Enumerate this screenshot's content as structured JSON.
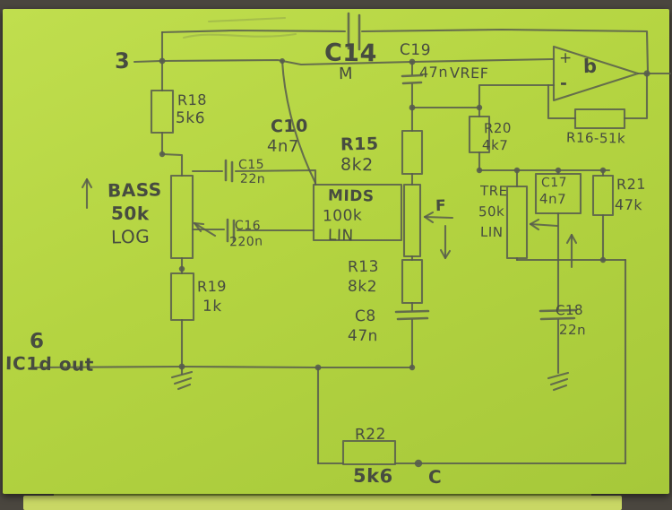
{
  "photo": {
    "paper_color": "#b4d441",
    "ink_color": "#575c4e",
    "desk_color": "#4a463f",
    "under_sheet_color": "#c9d765",
    "description": "hand-drawn tone control schematic in pencil on green paper"
  },
  "labels": {
    "pin3": "3",
    "pin6": "6",
    "ic_out": "IC1d out",
    "node_c": "C",
    "node_f": "F",
    "vref": "VREF",
    "c14_ref": "C14",
    "c14_note": "M",
    "c19_ref": "C19",
    "c19_val": "47n",
    "opamp_plus": "+",
    "opamp_minus": "-",
    "opamp_name": "b",
    "r16": "R16-51k",
    "r18_ref": "R18",
    "r18_val": "5k6",
    "c15_ref": "C15",
    "c15_val": "22n",
    "c10_ref": "C10",
    "c10_val": "4n7",
    "r15_ref": "R15",
    "r15_val": "8k2",
    "r20_ref": "R20",
    "r20_val": "4k7",
    "bass_name": "BASS",
    "bass_val": "50k",
    "bass_taper": "LOG",
    "c16_ref": "C16",
    "c16_val": "220n",
    "mids_name": "MIDS",
    "mids_val": "100k",
    "mids_taper": "LIN",
    "tre_name": "TRE",
    "tre_val": "50k",
    "tre_taper": "LIN",
    "c17_ref": "C17",
    "c17_val": "4n7",
    "r21_ref": "R21",
    "r21_val": "47k",
    "r19_ref": "R19",
    "r19_val": "1k",
    "r13_ref": "R13",
    "r13_val": "8k2",
    "c8_ref": "C8",
    "c8_val": "47n",
    "c18_ref": "C18",
    "c18_val": "22n",
    "r22_ref": "R22",
    "r22_val": "5k6"
  }
}
